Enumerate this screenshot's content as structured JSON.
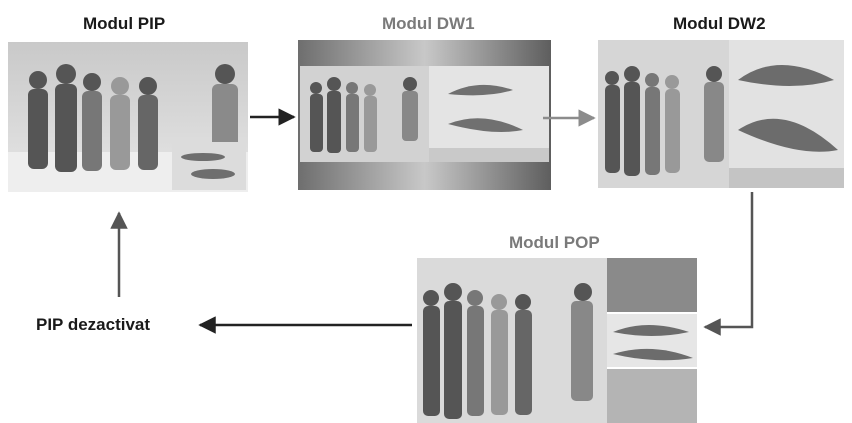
{
  "labels": {
    "pip": "Modul PIP",
    "dw1": "Modul DW1",
    "dw2": "Modul DW2",
    "pop": "Modul POP",
    "off": "PIP dezactivat"
  },
  "colors": {
    "text_dark": "#1a1a1a",
    "text_gray": "#7a7a7a",
    "arrow_dark": "#222222",
    "arrow_gray": "#8c8c8c"
  }
}
